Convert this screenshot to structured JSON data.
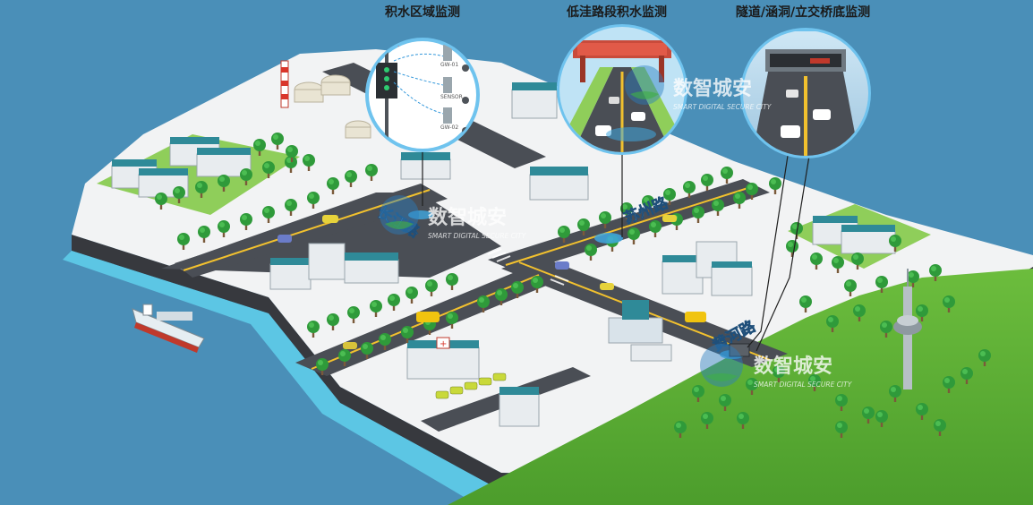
{
  "callouts": [
    {
      "label": "积水区域监测"
    },
    {
      "label": "低洼路段积水监测"
    },
    {
      "label": "隧道/涵洞/立交桥底监测"
    }
  ],
  "roads": [
    {
      "label": "长江路"
    },
    {
      "label": "苏州路"
    },
    {
      "label": "黄河路"
    }
  ],
  "watermark": {
    "title": "数智城安",
    "subtitle": "SMART DIGITAL SECURE CITY"
  },
  "sensor_labels": [
    "GW-01",
    "SENSOR",
    "GW-02"
  ],
  "colors": {
    "sea": "#4a8fb8",
    "land": "#f2f3f4",
    "road": "#4a4e55",
    "road_line": "#f2c12e",
    "grass": "#6fbf3c",
    "hill": "#5cae33",
    "building": "#e8ecef",
    "roof": "#2f8a98",
    "circle_border": "#6fc3ee"
  }
}
